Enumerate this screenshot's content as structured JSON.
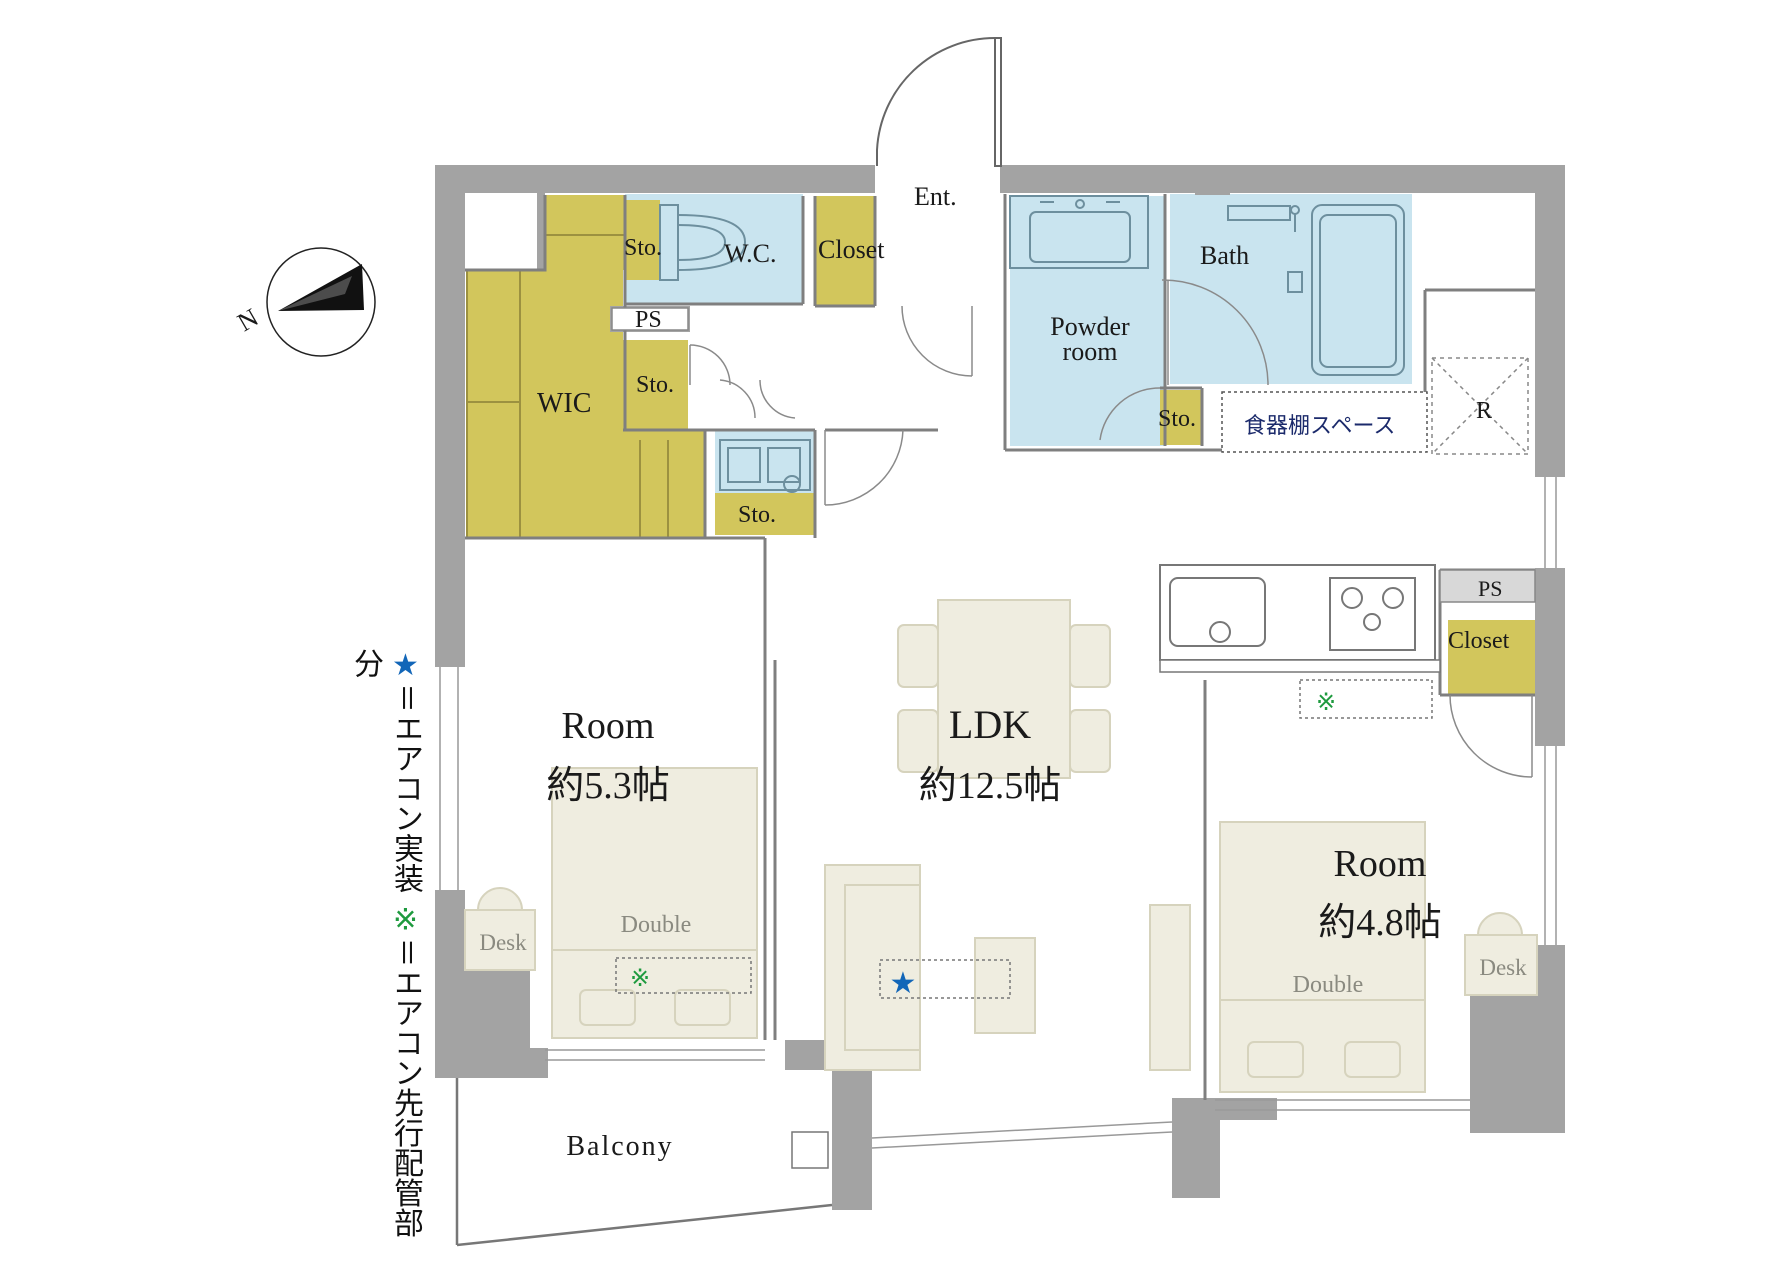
{
  "rooms": {
    "entrance": "Ent.",
    "wc": "W.C.",
    "closet_entry": "Closet",
    "sto_wc": "Sto.",
    "ps_top": "PS",
    "sto_mid": "Sto.",
    "wic": "WIC",
    "sto_laundry": "Sto.",
    "powder_room_line1": "Powder",
    "powder_room_line2": "room",
    "bath": "Bath",
    "sto_powder": "Sto.",
    "shelf_space": "食器棚スペース",
    "refrigerator": "R",
    "ps_kitchen": "PS",
    "closet_kitchen": "Closet",
    "room_west_name": "Room",
    "room_west_size": "約5.3帖",
    "ldk_name": "LDK",
    "ldk_size": "約12.5帖",
    "room_east_name": "Room",
    "room_east_size": "約4.8帖",
    "balcony": "Balcony"
  },
  "furniture": {
    "bed_west": "Double",
    "bed_east": "Double",
    "desk_west": "Desk",
    "desk_east": "Desk"
  },
  "symbols": {
    "aircon_installed": "★",
    "aircon_piping": "※"
  },
  "legend": {
    "star": "★",
    "star_text": "＝エアコン実装",
    "kome": "※",
    "kome_text": "＝エアコン先行配管部分"
  },
  "compass": {
    "label": "N"
  },
  "colors": {
    "wall": "#a3a3a3",
    "wet_area": "#c9e4ef",
    "storage": "#d2c65c",
    "furniture": "#efede0",
    "star": "#1266b8",
    "piping": "#1e9a3e"
  }
}
